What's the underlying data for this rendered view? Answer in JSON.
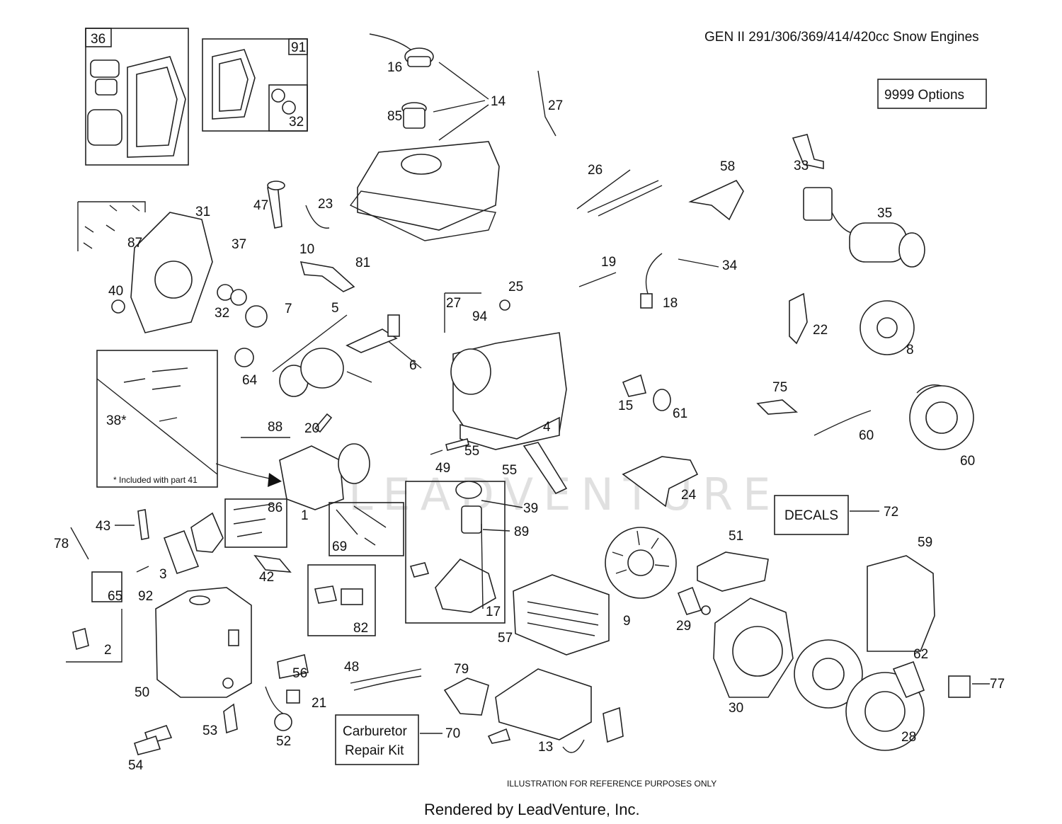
{
  "header": {
    "title": "GEN II 291/306/369/414/420cc Snow Engines",
    "options_label": "9999 Options"
  },
  "callouts": {
    "decals": "DECALS",
    "carb_kit_line1": "Carburetor",
    "carb_kit_line2": "Repair Kit",
    "footnote": "* Included with part 41"
  },
  "parts": [
    "36",
    "91",
    "32",
    "16",
    "14",
    "85",
    "27",
    "26",
    "58",
    "33",
    "35",
    "31",
    "87",
    "47",
    "23",
    "37",
    "10",
    "81",
    "40",
    "32",
    "7",
    "5",
    "19",
    "34",
    "18",
    "27",
    "94",
    "25",
    "22",
    "8",
    "6",
    "64",
    "4",
    "15",
    "61",
    "75",
    "60",
    "60",
    "38*",
    "88",
    "20",
    "55",
    "49",
    "55",
    "24",
    "1",
    "86",
    "39",
    "89",
    "72",
    "78",
    "43",
    "3",
    "69",
    "42",
    "51",
    "59",
    "65",
    "92",
    "82",
    "17",
    "9",
    "29",
    "57",
    "2",
    "50",
    "56",
    "48",
    "79",
    "21",
    "30",
    "62",
    "77",
    "53",
    "52",
    "70",
    "13",
    "28",
    "54"
  ],
  "footer": {
    "disclaimer": "ILLUSTRATION FOR REFERENCE PURPOSES ONLY",
    "credit": "Rendered by LeadVenture, Inc."
  },
  "watermark": "LEADVENTURE"
}
